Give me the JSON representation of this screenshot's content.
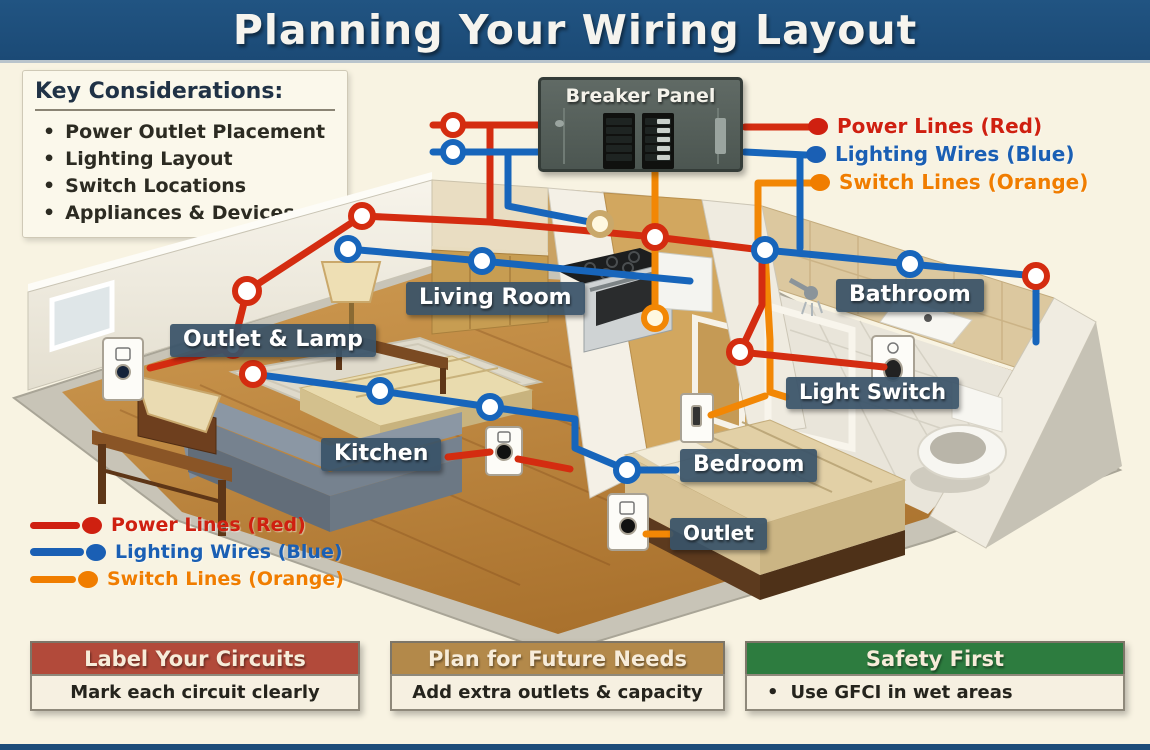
{
  "title": "Planning Your Wiring Layout",
  "key_considerations": {
    "heading": "Key Considerations:",
    "bullet": "•",
    "items": [
      "Power Outlet Placement",
      "Lighting Layout",
      "Switch Locations",
      "Appliances & Devices"
    ]
  },
  "breaker_panel": {
    "label": "Breaker Panel"
  },
  "legend": {
    "items": [
      {
        "label": "Power Lines (Red)",
        "color": "#cf2010"
      },
      {
        "label": "Lighting Wires (Blue)",
        "color": "#1a5fb4"
      },
      {
        "label": "Switch Lines (Orange)",
        "color": "#f07d00"
      }
    ]
  },
  "rooms": {
    "living_room": "Living Room",
    "bathroom": "Bathroom",
    "outlet_lamp": "Outlet & Lamp",
    "light_switch": "Light Switch",
    "kitchen": "Kitchen",
    "bedroom": "Bedroom",
    "outlet": "Outlet"
  },
  "footer_cards": [
    {
      "title": "Label Your Circuits",
      "body": "Mark each circuit clearly",
      "bullet": "",
      "header_color": "#b24a3a"
    },
    {
      "title": "Plan for Future Needs",
      "body": "Add extra outlets & capacity",
      "bullet": "",
      "header_color": "#b3894a"
    },
    {
      "title": "Safety First",
      "body": "Use GFCI in wet areas",
      "bullet": "•",
      "header_color": "#2d7c3f"
    }
  ],
  "wire_colors": {
    "power": "#d42c10",
    "lighting": "#1765bb",
    "switch": "#f28705"
  }
}
